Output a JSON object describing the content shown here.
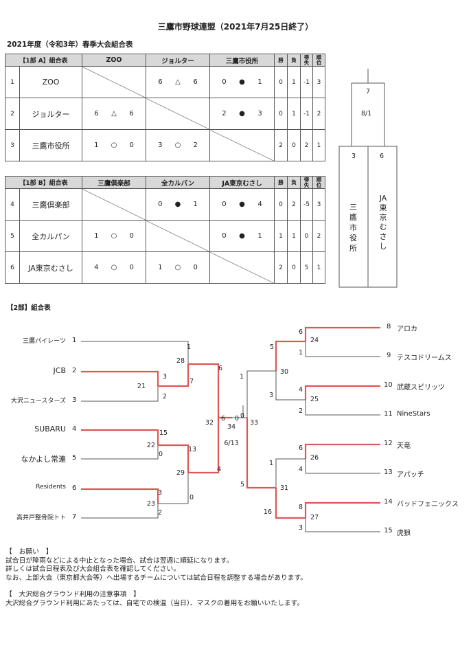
{
  "header": {
    "title": "三鷹市野球連盟（2021年7月25日終了）",
    "subtitle": "2021年度（令和3年）春季大会組合表"
  },
  "league_a": {
    "label": "【1部 A】組合表",
    "headers": [
      "ZOO",
      "ジョルター",
      "三鷹市役所",
      "勝",
      "負",
      "得失",
      "順位"
    ],
    "rows": [
      {
        "no": "1",
        "team": "ZOO",
        "cells": [
          null,
          [
            "6",
            "△",
            "6"
          ],
          [
            "0",
            "●",
            "1"
          ]
        ],
        "win": "0",
        "loss": "1",
        "diff": "-1",
        "rank": "3"
      },
      {
        "no": "2",
        "team": "ジョルター",
        "cells": [
          [
            "6",
            "△",
            "6"
          ],
          null,
          [
            "2",
            "●",
            "3"
          ]
        ],
        "win": "0",
        "loss": "1",
        "diff": "-1",
        "rank": "2"
      },
      {
        "no": "3",
        "team": "三鷹市役所",
        "cells": [
          [
            "1",
            "○",
            "0"
          ],
          [
            "3",
            "○",
            "2"
          ],
          null
        ],
        "win": "2",
        "loss": "0",
        "diff": "2",
        "rank": "1"
      }
    ]
  },
  "league_b": {
    "label": "【1部 B】組合表",
    "headers": [
      "三鷹倶楽部",
      "全カルパン",
      "JA東京むさし",
      "勝",
      "負",
      "得失",
      "順位"
    ],
    "rows": [
      {
        "no": "4",
        "team": "三鷹倶楽部",
        "cells": [
          null,
          [
            "0",
            "●",
            "1"
          ],
          [
            "0",
            "●",
            "4"
          ]
        ],
        "win": "0",
        "loss": "2",
        "diff": "-5",
        "rank": "3"
      },
      {
        "no": "5",
        "team": "全カルパン",
        "cells": [
          [
            "1",
            "○",
            "0"
          ],
          null,
          [
            "0",
            "●",
            "1"
          ]
        ],
        "win": "1",
        "loss": "1",
        "diff": "0",
        "rank": "2"
      },
      {
        "no": "6",
        "team": "JA東京むさし",
        "cells": [
          [
            "4",
            "○",
            "0"
          ],
          [
            "1",
            "○",
            "0"
          ],
          null
        ],
        "win": "2",
        "loss": "0",
        "diff": "5",
        "rank": "1"
      }
    ]
  },
  "final": {
    "game_no": "7",
    "date": "8/1",
    "left_score": "3",
    "right_score": "6",
    "left_team": "三鷹市役所",
    "right_team": "JA東京むさし"
  },
  "div2": {
    "label": "【2部】組合表",
    "teams_left": [
      {
        "name": "三鷹パイレーツ",
        "seed": "1"
      },
      {
        "name": "JCB",
        "seed": "2"
      },
      {
        "name": "大沢ニュースターズ",
        "seed": "3"
      },
      {
        "name": "SUBARU",
        "seed": "4"
      },
      {
        "name": "なかよし常連",
        "seed": "5"
      },
      {
        "name": "Residents",
        "seed": "6"
      },
      {
        "name": "高井戸整骨院トト",
        "seed": "7"
      }
    ],
    "teams_right": [
      {
        "name": "アロカ",
        "seed": "8"
      },
      {
        "name": "テスコドリームス",
        "seed": "9"
      },
      {
        "name": "武蔵スピリッツ",
        "seed": "10"
      },
      {
        "name": "NineStars",
        "seed": "11"
      },
      {
        "name": "天竜",
        "seed": "12"
      },
      {
        "name": "アパッチ",
        "seed": "13"
      },
      {
        "name": "バッドフェニックス",
        "seed": "14"
      },
      {
        "name": "虎狼",
        "seed": "15"
      }
    ],
    "games": [
      "21",
      "3",
      "2",
      "28",
      "1",
      "7",
      "22",
      "15",
      "0",
      "23",
      "3",
      "2",
      "29",
      "13",
      "0",
      "32",
      "6",
      "4",
      "24",
      "6",
      "1",
      "25",
      "4",
      "2",
      "30",
      "5",
      "3",
      "26",
      "6",
      "4",
      "27",
      "8",
      "3",
      "31",
      "1",
      "5",
      "16",
      "33",
      "1",
      "0",
      "34",
      "6",
      "0",
      "6/13"
    ]
  },
  "notes": {
    "heading1": "【　お願い　】",
    "line1": "試合日が降雨などによる中止となった場合、試合は翌週に順延になります。",
    "line2": "詳しくは試合日程表及び大会組合表を確認してください。",
    "line3": "なお、上部大会（東京都大会等）へ出場するチームについては試合日程を調整する場合があります。",
    "heading2": "【　大沢総合グラウンド利用の注意事項　】",
    "line4": "大沢総合グラウンド利用にあたっては、自宅での検温（当日）、マスクの着用をお願いいたします。"
  },
  "colors": {
    "win_line": "#e05555",
    "line": "#555555",
    "header_bg": "#d8d8d8"
  }
}
